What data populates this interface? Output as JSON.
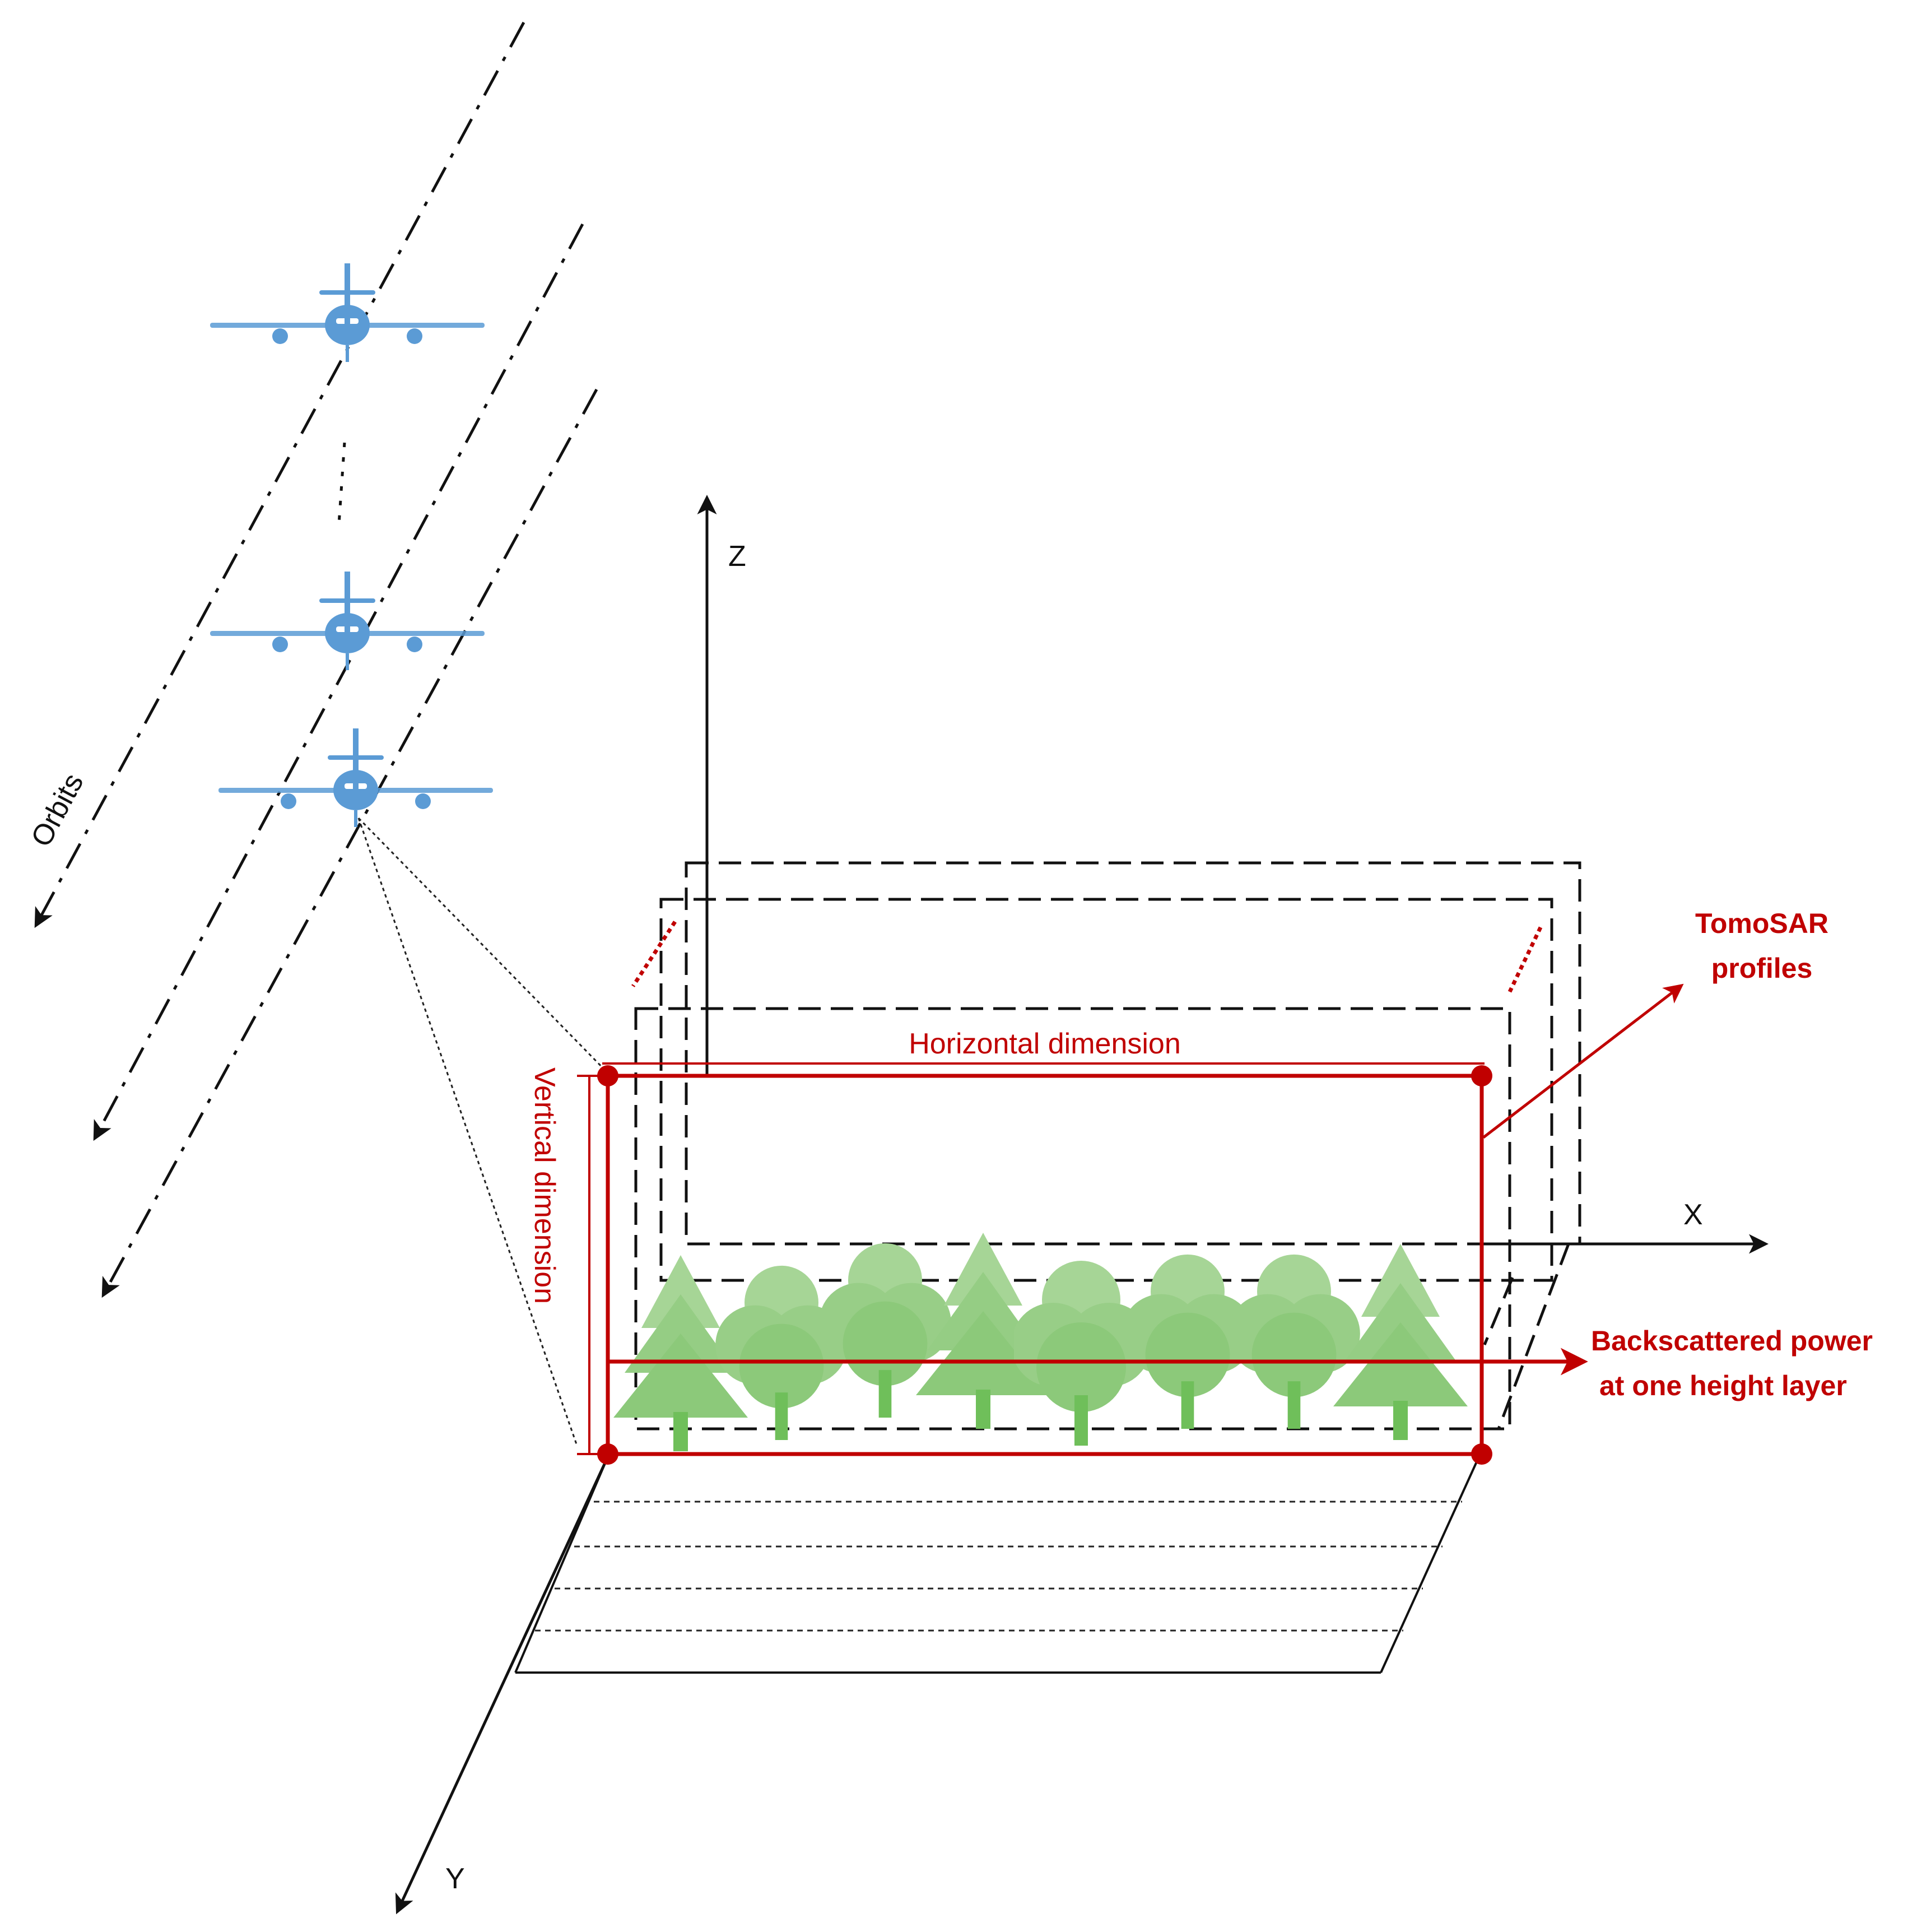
{
  "labels": {
    "orbits": "Orbits",
    "axis_z": "Z",
    "axis_x": "X",
    "axis_y": "Y",
    "horizontal_dimension": "Horizontal dimension",
    "vertical_dimension": "Vertical dimension",
    "tomosar_line1": "TomoSAR",
    "tomosar_line2": "profiles",
    "backscatter_line1": "Backscattered power",
    "backscatter_line2": "at one  height layer"
  },
  "colors": {
    "accent_red": "#c00000",
    "plane_blue": "#5b9bd5",
    "tree_green": "#8cc97a",
    "axis_black": "#111111"
  },
  "icons": {
    "aircraft": "airplane-icon",
    "tree": "tree-icon"
  }
}
